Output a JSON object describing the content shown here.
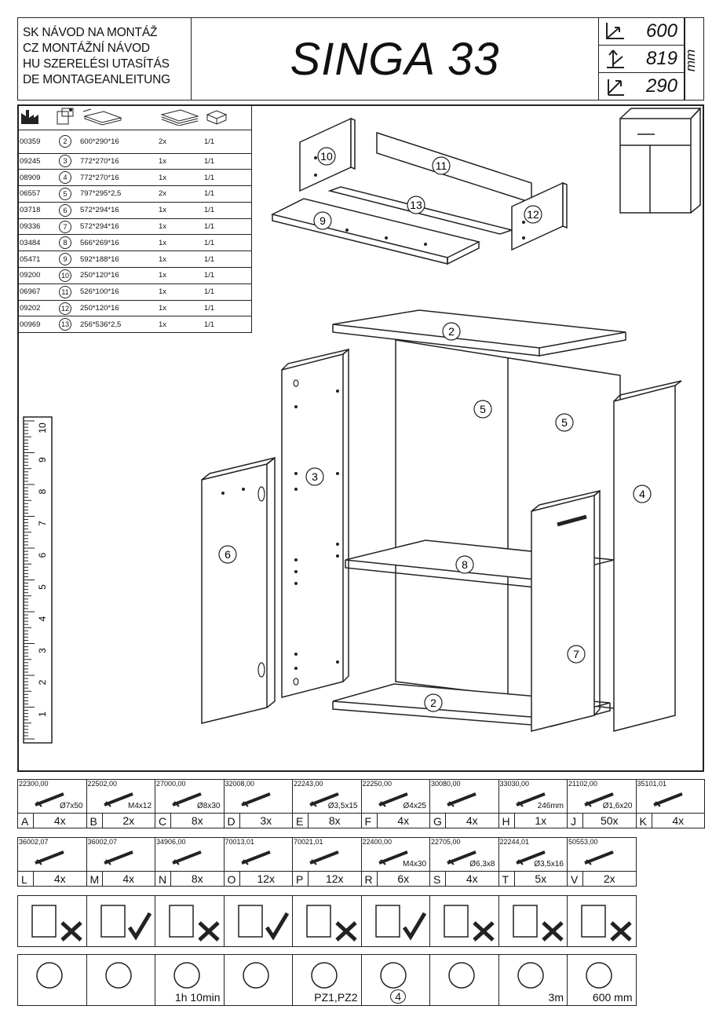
{
  "header": {
    "languages": [
      "SK NÁVOD NA MONTÁŽ",
      "CZ MONTÁŽNÍ NÁVOD",
      "HU SZERELÉSI UTASÍTÁS",
      "DE MONTAGEANLEITUNG"
    ],
    "title": "SINGA 33",
    "dimensions": {
      "width": "600",
      "height": "819",
      "depth": "290",
      "unit": "mm"
    }
  },
  "parts": [
    {
      "code": "00359",
      "num": "2",
      "size": "600*290*16",
      "qty": "2x",
      "pack": "1/1"
    },
    {
      "code": "09245",
      "num": "3",
      "size": "772*270*16",
      "qty": "1x",
      "pack": "1/1"
    },
    {
      "code": "08909",
      "num": "4",
      "size": "772*270*16",
      "qty": "1x",
      "pack": "1/1"
    },
    {
      "code": "06557",
      "num": "5",
      "size": "797*295*2,5",
      "qty": "2x",
      "pack": "1/1"
    },
    {
      "code": "03718",
      "num": "6",
      "size": "572*294*16",
      "qty": "1x",
      "pack": "1/1"
    },
    {
      "code": "09336",
      "num": "7",
      "size": "572*294*16",
      "qty": "1x",
      "pack": "1/1"
    },
    {
      "code": "03484",
      "num": "8",
      "size": "566*269*16",
      "qty": "1x",
      "pack": "1/1"
    },
    {
      "code": "05471",
      "num": "9",
      "size": "592*188*16",
      "qty": "1x",
      "pack": "1/1"
    },
    {
      "code": "09200",
      "num": "10",
      "size": "250*120*16",
      "qty": "1x",
      "pack": "1/1"
    },
    {
      "code": "06967",
      "num": "11",
      "size": "526*100*16",
      "qty": "1x",
      "pack": "1/1"
    },
    {
      "code": "09202",
      "num": "12",
      "size": "250*120*16",
      "qty": "1x",
      "pack": "1/1"
    },
    {
      "code": "00969",
      "num": "13",
      "size": "256*536*2,5",
      "qty": "1x",
      "pack": "1/1"
    }
  ],
  "drawing_labels": [
    "10",
    "11",
    "13",
    "12",
    "9",
    "2",
    "5",
    "5",
    "3",
    "4",
    "6",
    "8",
    "7",
    "2"
  ],
  "ruler_labels": [
    "10",
    "9",
    "8",
    "7",
    "6",
    "5",
    "4",
    "3",
    "2",
    "1"
  ],
  "hardware_row1": [
    {
      "code": "22300,00",
      "spec": "Ø7x50",
      "letter": "A",
      "qty": "4x"
    },
    {
      "code": "22502,00",
      "spec": "M4x12",
      "letter": "B",
      "qty": "2x"
    },
    {
      "code": "27000,00",
      "spec": "Ø8x30",
      "letter": "C",
      "qty": "8x"
    },
    {
      "code": "32008,00",
      "spec": "",
      "letter": "D",
      "qty": "3x"
    },
    {
      "code": "22243,00",
      "spec": "Ø3,5x15",
      "letter": "E",
      "qty": "8x"
    },
    {
      "code": "22250,00",
      "spec": "Ø4x25",
      "letter": "F",
      "qty": "4x"
    },
    {
      "code": "30080,00",
      "spec": "",
      "letter": "G",
      "qty": "4x"
    },
    {
      "code": "33030,00",
      "spec": "246mm",
      "letter": "H",
      "qty": "1x"
    },
    {
      "code": "21102,00",
      "spec": "Ø1,6x20",
      "letter": "J",
      "qty": "50x"
    },
    {
      "code": "35101,01",
      "spec": "",
      "letter": "K",
      "qty": "4x"
    }
  ],
  "hardware_row2": [
    {
      "code": "36002,07",
      "spec": "",
      "letter": "L",
      "qty": "4x"
    },
    {
      "code": "36002,07",
      "spec": "",
      "letter": "M",
      "qty": "4x"
    },
    {
      "code": "34906,00",
      "spec": "",
      "letter": "N",
      "qty": "8x"
    },
    {
      "code": "70013,01",
      "spec": "",
      "letter": "O",
      "qty": "12x"
    },
    {
      "code": "70021,01",
      "spec": "",
      "letter": "P",
      "qty": "12x"
    },
    {
      "code": "22400,00",
      "spec": "M4x30",
      "letter": "R",
      "qty": "6x"
    },
    {
      "code": "22705,00",
      "spec": "Ø6,3x8",
      "letter": "S",
      "qty": "4x"
    },
    {
      "code": "22244,01",
      "spec": "Ø3,5x16",
      "letter": "T",
      "qty": "5x"
    },
    {
      "code": "50553,00",
      "spec": "",
      "letter": "V",
      "qty": "2x"
    }
  ],
  "care_icons": [
    "no-chemicals-icon",
    "clean-ok-icon",
    "no-wet-cloth-icon",
    "damp-cloth-ok-icon",
    "no-stacking-icon",
    "doors-ok-icon",
    "no-open-door-icon",
    "no-sitting-icon",
    "no-standing-icon"
  ],
  "tool_labels": {
    "time": "1h 10min",
    "screwdriver": "PZ1,PZ2",
    "allen": "4",
    "tape": "3m",
    "space": "600 mm"
  }
}
